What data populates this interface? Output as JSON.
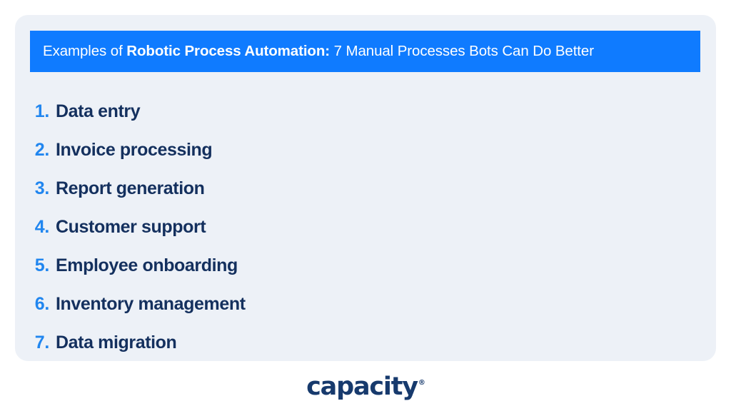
{
  "card": {
    "background_color": "#edf1f7"
  },
  "header": {
    "background_color": "#0f7bff",
    "text_color": "#ffffff",
    "prefix": "Examples of ",
    "emphasis": "Robotic Process Automation:",
    "suffix": " 7 Manual Processes Bots Can Do Better",
    "full_text": "Examples of Robotic Process Automation: 7 Manual Processes Bots Can Do Better"
  },
  "list": {
    "number_color": "#2186ef",
    "label_color": "#14305e",
    "items": [
      {
        "number": "1.",
        "label": "Data entry"
      },
      {
        "number": "2.",
        "label": "Invoice processing"
      },
      {
        "number": "3.",
        "label": "Report generation"
      },
      {
        "number": "4.",
        "label": "Customer support"
      },
      {
        "number": "5.",
        "label": "Employee onboarding"
      },
      {
        "number": "6.",
        "label": "Inventory management"
      },
      {
        "number": "7.",
        "label": "Data migration"
      }
    ]
  },
  "brand": {
    "name": "capacity",
    "trademark": "®",
    "color": "#173a6d"
  }
}
